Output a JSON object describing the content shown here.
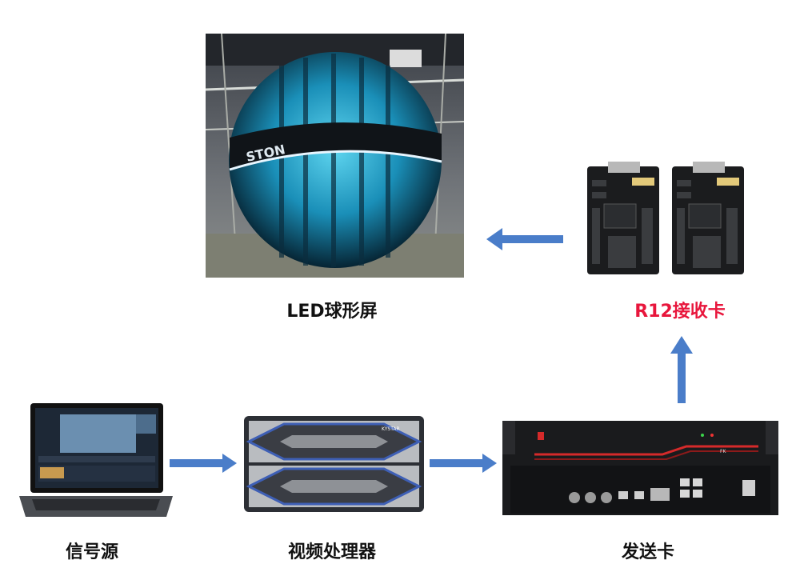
{
  "nodes": {
    "led_sphere": {
      "label": "LED球形屏",
      "photo_text": "STON"
    },
    "receiver_card": {
      "label": "R12接收卡",
      "label_color": "#e8163c"
    },
    "signal_source": {
      "label": "信号源"
    },
    "video_processor": {
      "label": "视频处理器",
      "brand_text": "KYSTAR"
    },
    "sending_card": {
      "label": "发送卡",
      "brand_text": "FK"
    }
  },
  "arrows": [
    {
      "from": "signal_source",
      "to": "video_processor"
    },
    {
      "from": "video_processor",
      "to": "sending_card"
    },
    {
      "from": "sending_card",
      "to": "receiver_card"
    },
    {
      "from": "receiver_card",
      "to": "led_sphere"
    }
  ],
  "colors": {
    "arrow": "#4a7dc9",
    "label": "#111111",
    "highlight": "#e8163c"
  }
}
